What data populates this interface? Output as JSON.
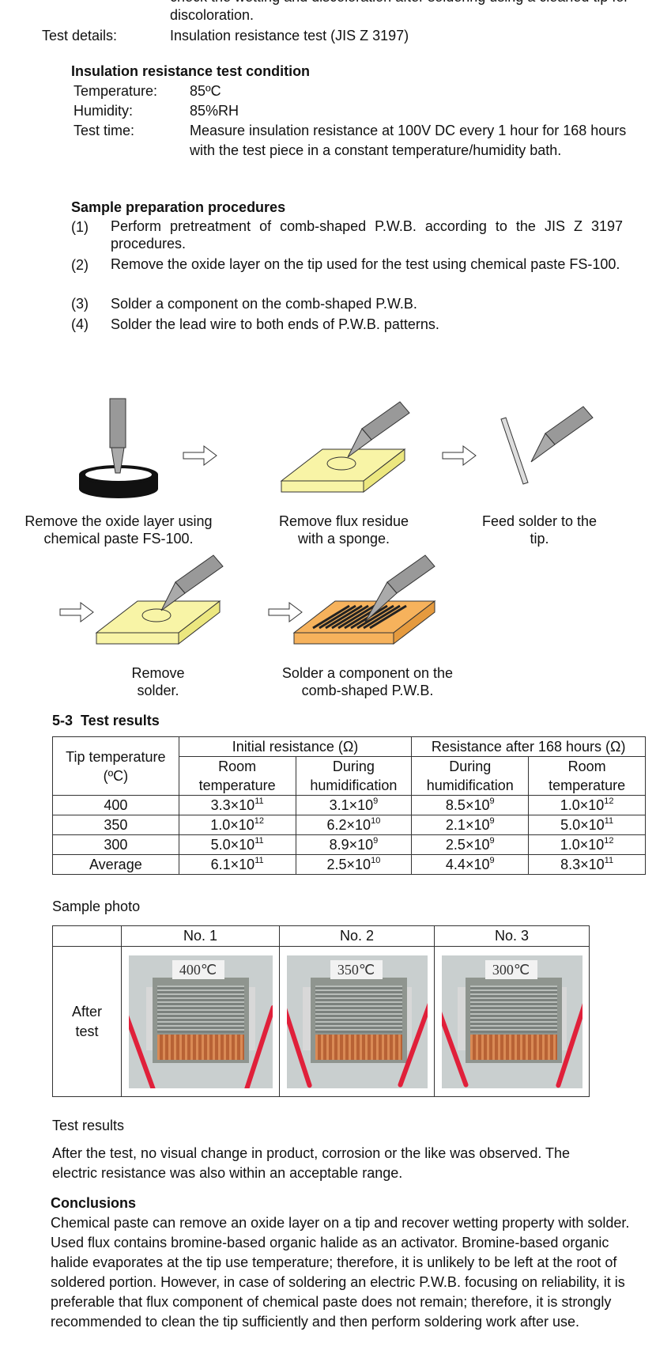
{
  "top": {
    "cut_line": "check the wetting and discoloration after soldering using a cleaned tip for",
    "discoloration": "discoloration.",
    "test_details_label": "Test details:",
    "test_details_value": "Insulation resistance test (JIS Z 3197)"
  },
  "condition": {
    "heading": "Insulation resistance test condition",
    "temperature_label": "Temperature:",
    "temperature_value": "85ºC",
    "humidity_label": "Humidity:",
    "humidity_value": "85%RH",
    "time_label": "Test time:",
    "time_value": "Measure insulation resistance at 100V DC every 1 hour for 168 hours with the test piece in a constant temperature/humidity bath."
  },
  "procedures": {
    "heading": "Sample preparation procedures",
    "steps": [
      {
        "num": "(1)",
        "text": "Perform pretreatment of comb-shaped P.W.B. according to the JIS Z 3197 procedures."
      },
      {
        "num": "(2)",
        "text": "Remove the oxide layer on the tip used for the test using chemical paste FS-100."
      },
      {
        "num": "(3)",
        "text": "Solder a component on the comb-shaped P.W.B."
      },
      {
        "num": "(4)",
        "text": "Solder the lead wire to both ends of P.W.B. patterns."
      }
    ]
  },
  "illustrations": {
    "caption1": "Remove the oxide layer using chemical paste FS-100.",
    "caption2": "Remove flux residue with a sponge.",
    "caption3": "Feed solder to the tip.",
    "caption4": "Remove solder.",
    "caption5": "Solder a component on the comb-shaped P.W.B."
  },
  "results_table": {
    "section_title": "5-3  Test results",
    "col_tip": "Tip temperature (ºC)",
    "group_initial": "Initial resistance (Ω)",
    "group_after": "Resistance after 168 hours (Ω)",
    "sub_room": "Room temperature",
    "sub_during": "During humidification",
    "rows": [
      {
        "temp": "400",
        "c1": "3.3×10",
        "e1": "11",
        "c2": "3.1×10",
        "e2": "9",
        "c3": "8.5×10",
        "e3": "9",
        "c4": "1.0×10",
        "e4": "12"
      },
      {
        "temp": "350",
        "c1": "1.0×10",
        "e1": "12",
        "c2": "6.2×10",
        "e2": "10",
        "c3": "2.1×10",
        "e3": "9",
        "c4": "5.0×10",
        "e4": "11"
      },
      {
        "temp": "300",
        "c1": "5.0×10",
        "e1": "11",
        "c2": "8.9×10",
        "e2": "9",
        "c3": "2.5×10",
        "e3": "9",
        "c4": "1.0×10",
        "e4": "12"
      },
      {
        "temp": "Average",
        "c1": "6.1×10",
        "e1": "11",
        "c2": "2.5×10",
        "e2": "10",
        "c3": "4.4×10",
        "e3": "9",
        "c4": "8.3×10",
        "e4": "11"
      }
    ]
  },
  "photos": {
    "label": "Sample photo",
    "headers": [
      "No. 1",
      "No. 2",
      "No. 3"
    ],
    "row_label": "After test",
    "temps": [
      "400℃",
      "350℃",
      "300℃"
    ]
  },
  "test_results": {
    "label": "Test results",
    "text": "After the test, no visual change in product, corrosion or the like was observed. The electric resistance was also within an acceptable range."
  },
  "conclusions": {
    "heading": "Conclusions",
    "text": "Chemical paste can remove an oxide layer on a tip and recover wetting property with solder. Used flux contains bromine-based organic halide as an activator. Bromine-based organic halide evaporates at the tip use temperature; therefore, it is unlikely to be left at the root of soldered portion. However, in case of soldering an electric P.W.B. focusing on reliability, it is preferable that flux component of chemical paste does not remain; therefore, it is strongly recommended to clean the tip sufficiently and then perform soldering work after use."
  }
}
